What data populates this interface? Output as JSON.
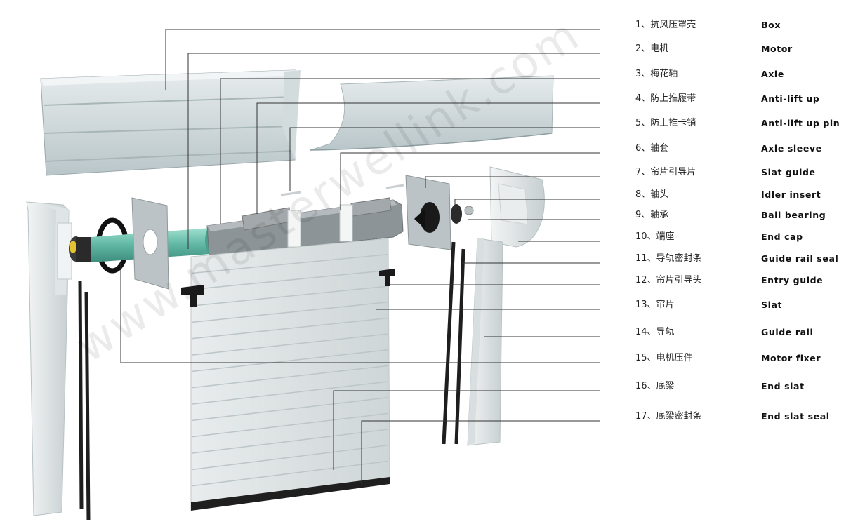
{
  "watermark": "www.masterwellink.com",
  "parts": [
    {
      "no": "1",
      "cn": "1、抗风压罩壳",
      "en": "Box"
    },
    {
      "no": "2",
      "cn": "2、电机",
      "en": "Motor"
    },
    {
      "no": "3",
      "cn": "3、梅花轴",
      "en": "Axle"
    },
    {
      "no": "4",
      "cn": "4、防上推履带",
      "en": "Anti-lift up"
    },
    {
      "no": "5",
      "cn": "5、防上推卡销",
      "en": "Anti-lift up pin"
    },
    {
      "no": "6",
      "cn": "6、轴套",
      "en": "Axle sleeve"
    },
    {
      "no": "7",
      "cn": "7、帘片引导片",
      "en": "Slat guide"
    },
    {
      "no": "8",
      "cn": "8、轴头",
      "en": "Idler insert"
    },
    {
      "no": "9",
      "cn": "9、轴承",
      "en": "Ball bearing"
    },
    {
      "no": "10",
      "cn": "10、端座",
      "en": "End cap"
    },
    {
      "no": "11",
      "cn": "11、导轨密封条",
      "en": "Guide rail seal"
    },
    {
      "no": "12",
      "cn": "12、帘片引导头",
      "en": "Entry guide"
    },
    {
      "no": "13",
      "cn": "13、帘片",
      "en": "Slat"
    },
    {
      "no": "14",
      "cn": "14、导轨",
      "en": "Guide rail"
    },
    {
      "no": "15",
      "cn": "15、电机压件",
      "en": "Motor fixer"
    },
    {
      "no": "16",
      "cn": "16、底梁",
      "en": "End slat"
    },
    {
      "no": "17",
      "cn": "17、底梁密封条",
      "en": "End slat seal"
    }
  ],
  "colors": {
    "line": "#333333",
    "box": "#c9d4d6",
    "axle": "#6fbfae",
    "slat": "#dde3e4",
    "seal": "#222222",
    "anti_lift": "#8a8f93"
  }
}
